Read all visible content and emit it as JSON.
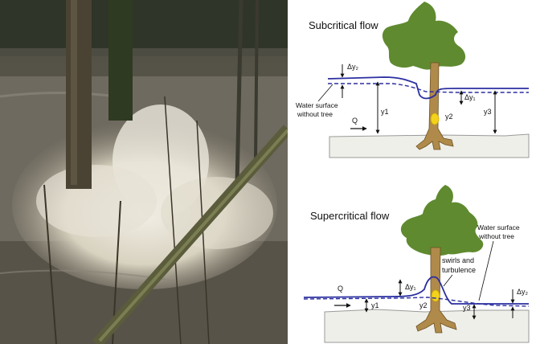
{
  "subcritical": {
    "title": "Subcritical flow",
    "dy2": "Δy₂",
    "dy1": "Δy₁",
    "water_surface_l1": "Water surface",
    "water_surface_l2": "without tree",
    "q": "Q",
    "y1": "y1",
    "y2": "y2",
    "y3": "y3"
  },
  "supercritical": {
    "title": "Supercritical flow",
    "water_surface_l1": "Water surface",
    "water_surface_l2": "without tree",
    "swirls_l1": "swirls and",
    "swirls_l2": "turbulence",
    "q": "Q",
    "dy1": "Δy₁",
    "dy2": "Δy₂",
    "y1": "y1",
    "y2": "y2",
    "y3": "y3"
  },
  "colors": {
    "water_line": "#2b2fa0",
    "trunk": "#b08a4a",
    "canopy": "#5f8a2f",
    "ground": "#efefe9",
    "yellow_marker": "#f2d21b"
  }
}
